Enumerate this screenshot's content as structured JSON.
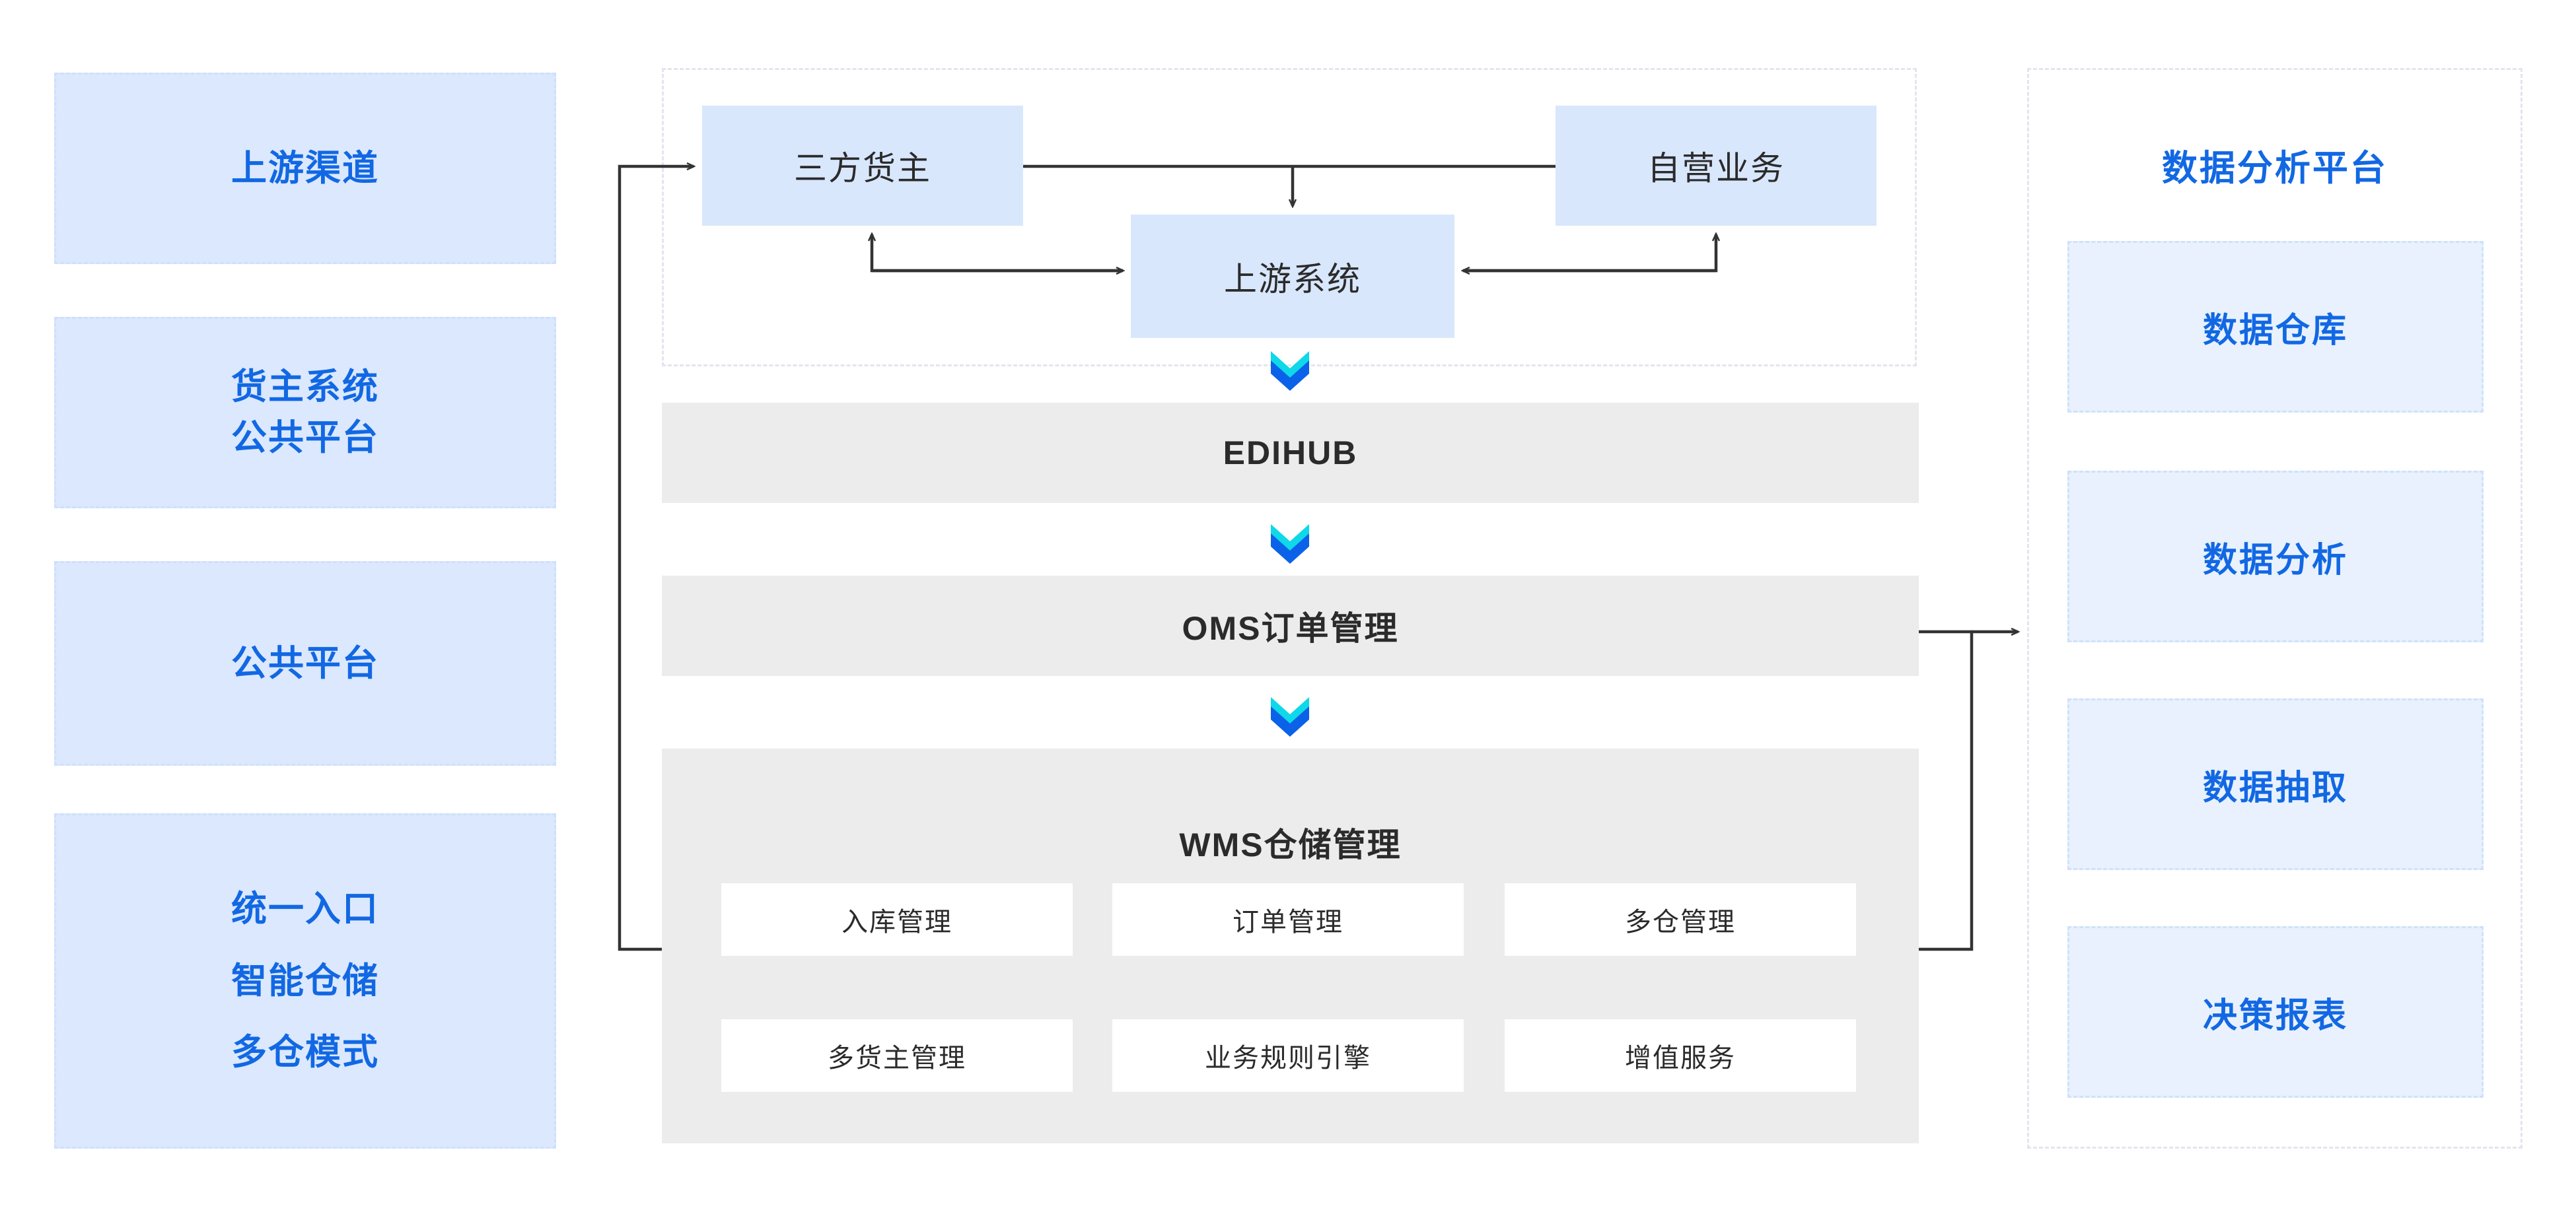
{
  "diagram": {
    "title_visible": false
  },
  "left_column": {
    "cards": [
      {
        "lines": [
          "上游渠道"
        ]
      },
      {
        "lines": [
          "货主系统",
          "公共平台"
        ]
      },
      {
        "lines": [
          "公共平台"
        ]
      },
      {
        "lines": [
          "统一入口",
          "智能仓储",
          "多仓模式"
        ]
      }
    ]
  },
  "middle_column": {
    "upstream_group": {
      "boxes": [
        {
          "label": "三方货主"
        },
        {
          "label": "自营业务"
        },
        {
          "label": "上游系统"
        }
      ]
    },
    "layers": [
      {
        "label": "EDIHUB"
      },
      {
        "label": "OMS订单管理"
      }
    ],
    "wms": {
      "title": "WMS仓储管理",
      "sub_cards": [
        "入库管理",
        "订单管理",
        "多仓管理",
        "多货主管理",
        "业务规则引擎",
        "增值服务"
      ]
    },
    "flow_icons": [
      {
        "name": "double-chevron-down-icon",
        "between": "上游系统 → EDIHUB"
      },
      {
        "name": "double-chevron-down-icon",
        "between": "EDIHUB → OMS订单管理"
      },
      {
        "name": "double-chevron-down-icon",
        "between": "OMS订单管理 → WMS仓储管理"
      }
    ]
  },
  "right_column": {
    "title": "数据分析平台",
    "cards": [
      {
        "label": "数据仓库"
      },
      {
        "label": "数据分析"
      },
      {
        "label": "数据抽取"
      },
      {
        "label": "决策报表"
      }
    ]
  },
  "colors": {
    "accent_blue": "#1268E3",
    "left_card_fill": "#DBE8FE",
    "right_card_fill": "#E8F1FD",
    "mid_box_fill": "#D9E7FD",
    "layer_gray": "#ECECEC",
    "subcard_white": "#FFFFFF",
    "dash_border_gray": "#E2E5EF",
    "dash_border_blue": "#CFE1FA",
    "chevron_cyan": "#0FD8E8",
    "chevron_blue": "#0B62E8",
    "connector_line": "#333333",
    "text_dark": "#2B2B2B"
  }
}
